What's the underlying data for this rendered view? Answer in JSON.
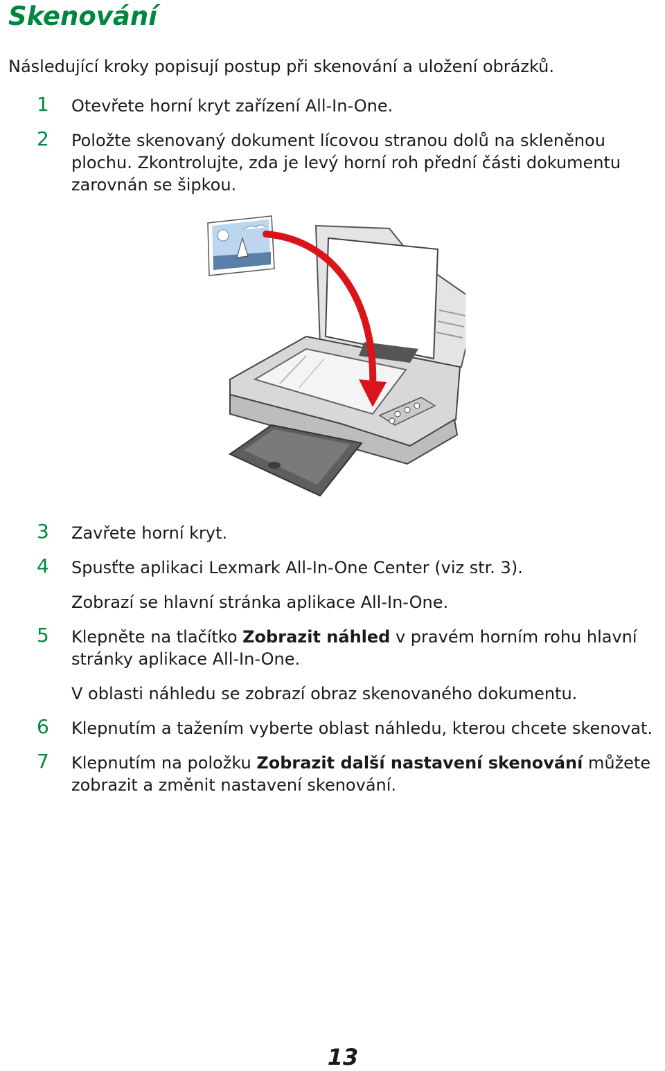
{
  "title": "Skenování",
  "intro": "Následující kroky popisují postup při skenování a uložení obrázků.",
  "steps": [
    {
      "num": "1",
      "text": "Otevřete horní kryt zařízení All-In-One."
    },
    {
      "num": "2",
      "text": "Položte skenovaný dokument lícovou stranou dolů na skleněnou plochu. Zkontrolujte, zda je levý horní roh přední části dokumentu zarovnán se šipkou."
    },
    {
      "num": "3",
      "text": "Zavřete horní kryt."
    },
    {
      "num": "4",
      "text": "Spusťte aplikaci Lexmark All-In-One Center (viz str. 3)."
    },
    {
      "num": "5",
      "pre": "Klepněte na tlačítko ",
      "bold": "Zobrazit náhled",
      "post": " v pravém horním rohu hlavní stránky aplikace All-In-One."
    },
    {
      "num": "6",
      "text": "Klepnutím a tažením vyberte oblast náhledu, kterou chcete skenovat."
    },
    {
      "num": "7",
      "pre": "Klepnutím na položku ",
      "bold": "Zobrazit další nastavení skenování",
      "post": " můžete zobrazit a změnit nastavení skenování."
    }
  ],
  "notes": {
    "step4": "Zobrazí se hlavní stránka aplikace All-In-One.",
    "step5": "V oblasti náhledu se zobrazí obraz skenovaného dokumentu."
  },
  "page_number": "13",
  "colors": {
    "accent": "#00873e",
    "arrow": "#d9141b"
  }
}
